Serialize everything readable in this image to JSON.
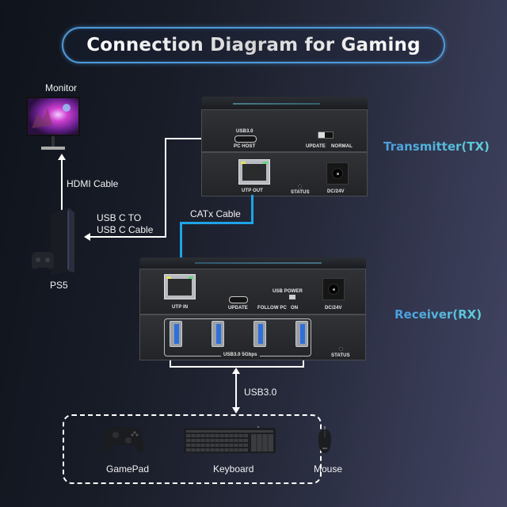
{
  "title": "Connection Diagram for Gaming",
  "devices": {
    "monitor": {
      "label": "Monitor"
    },
    "ps5": {
      "label": "PS5"
    },
    "transmitter": {
      "label": "Transmitter(TX)"
    },
    "receiver": {
      "label": "Receiver(RX)"
    }
  },
  "cables": {
    "hdmi": "HDMI Cable",
    "usbc_line1": "USB C TO",
    "usbc_line2": "USB C Cable",
    "catx": "CATx Cable",
    "usb3": "USB3.0"
  },
  "transmitter_ports": {
    "usb_label": "USB3.0",
    "pc_host": "PC HOST",
    "update": "UPDATE",
    "normal": "NORMAL",
    "utp_out": "UTP OUT",
    "status": "STATUS",
    "dc": "DC/24V"
  },
  "receiver_ports": {
    "utp_in": "UTP IN",
    "update": "UPDATE",
    "usb_power": "USB POWER",
    "follow_pc": "FOLLOW PC",
    "on": "ON",
    "dc": "DC/24V",
    "usb_group": "USB3.0 5Gbps",
    "status": "STATUS"
  },
  "peripherals": [
    {
      "label": "GamePad"
    },
    {
      "label": "Keyboard"
    },
    {
      "label": "Mouse"
    }
  ],
  "colors": {
    "accent_blue": "#1fa3e8",
    "title_border": "#4e9ad8",
    "label_gradient_start": "#4a9be0",
    "label_gradient_end": "#5fd0d8"
  }
}
